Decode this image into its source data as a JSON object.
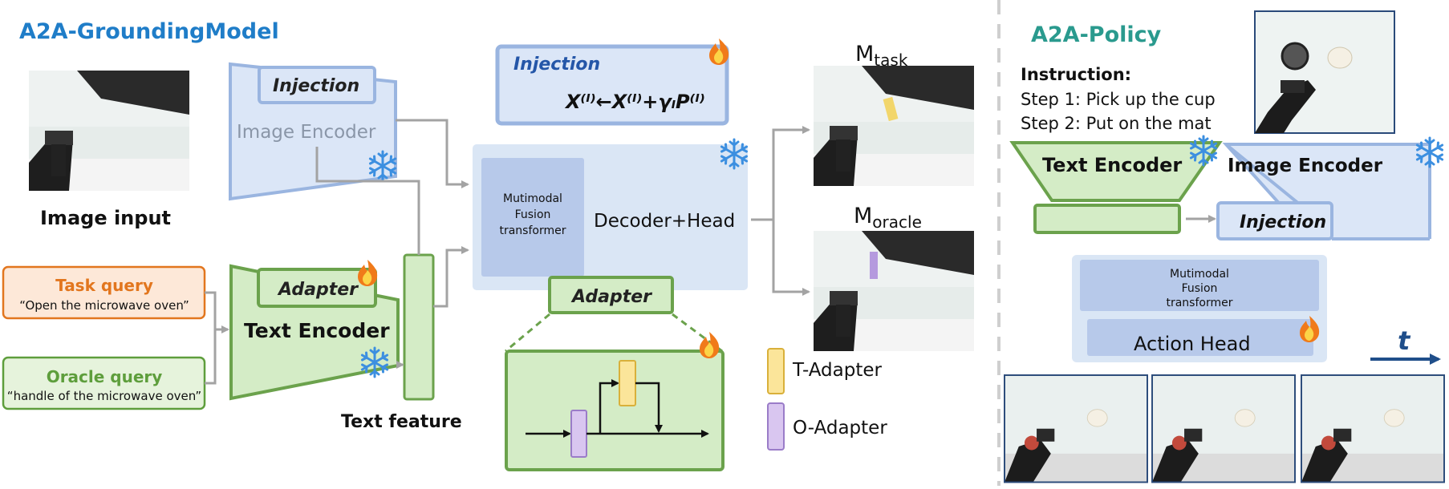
{
  "left": {
    "title": "A2A-GroundingModel",
    "image_input_label": "Image input",
    "injection_label": "Injection",
    "image_encoder_label": "Image Encoder",
    "adapter_label": "Adapter",
    "text_encoder_label": "Text Encoder",
    "task_query": {
      "title": "Task query",
      "text": "“Open the microwave oven”"
    },
    "oracle_query": {
      "title": "Oracle query",
      "text": "“handle of the microwave oven”"
    },
    "text_feature_label": "Text feature",
    "injection_detail": {
      "title": "Injection",
      "formula": "X⁽ˡ⁾←X⁽ˡ⁾+γₗP⁽ˡ⁾"
    },
    "fusion_label_lines": [
      "Mutimodal",
      "Fusion",
      "transformer"
    ],
    "decoder_label": "Decoder+Head",
    "adapter_detail_title": "Adapter",
    "legend": [
      {
        "label": "T-Adapter",
        "color": "#fbe59a"
      },
      {
        "label": "O-Adapter",
        "color": "#d9c6f0"
      }
    ],
    "m_task": {
      "base": "M",
      "sub": "task"
    },
    "m_oracle": {
      "base": "M",
      "sub": "oracle"
    }
  },
  "right": {
    "title": "A2A-Policy",
    "instruction_title": "Instruction:",
    "steps": [
      "Step 1: Pick up the cup",
      "Step 2: Put on the mat"
    ],
    "text_encoder_label": "Text Encoder",
    "image_encoder_label": "Image Encoder",
    "injection_label": "Injection",
    "fusion_label_lines": [
      "Mutimodal",
      "Fusion",
      "transformer"
    ],
    "action_head_label": "Action Head",
    "time_label": "t"
  },
  "colors": {
    "title_blue": "#1f7dc8",
    "title_teal": "#2a9a8e",
    "task_orange": "#e2761e",
    "oracle_green": "#5e9e3c",
    "green_fill": "#d4ecc6",
    "green_stroke": "#6ba24c",
    "blue_fill": "#dbe6f7",
    "blue_stroke": "#9ab5e0",
    "fusion_fill": "#b7c9ea",
    "arrow_gray": "#9e9e9e"
  },
  "icons": [
    "fire-icon",
    "snowflake-icon"
  ]
}
